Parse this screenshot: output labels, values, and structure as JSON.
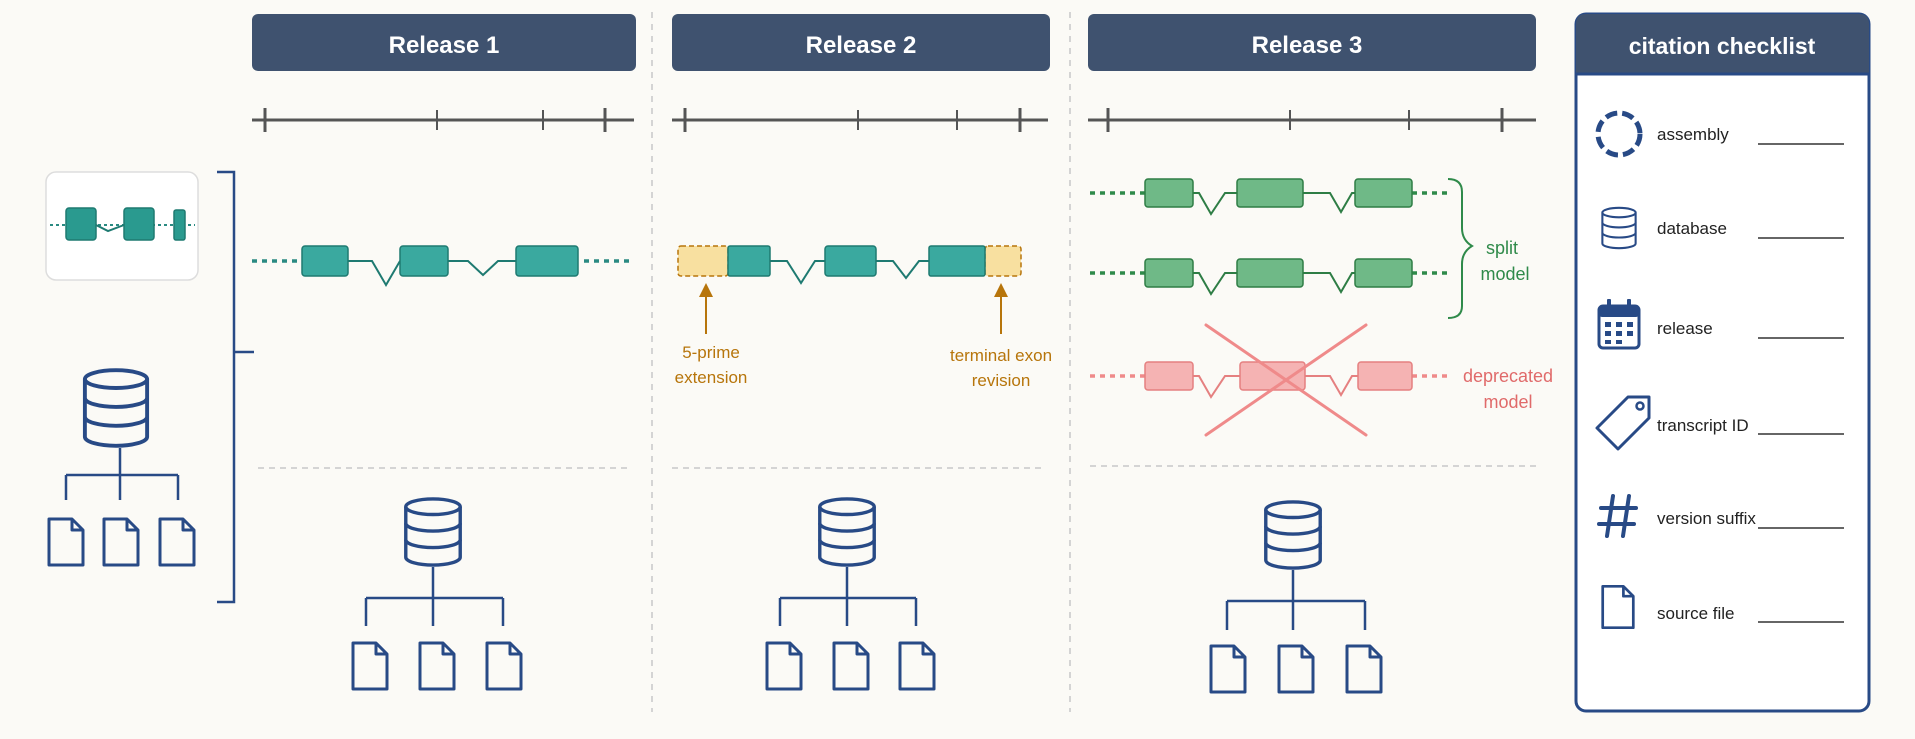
{
  "releases": [
    {
      "title": "Release 1"
    },
    {
      "title": "Release 2",
      "annotations": {
        "five_prime": [
          "5-prime",
          "extension"
        ],
        "terminal": [
          "terminal exon",
          "revision"
        ]
      }
    },
    {
      "title": "Release 3",
      "annotations": {
        "split": [
          "split",
          "model"
        ],
        "deprecated": [
          "deprecated",
          "model"
        ]
      }
    }
  ],
  "checklist": {
    "title": "citation checklist",
    "items": [
      {
        "icon": "dashed-circle-icon",
        "label": "assembly"
      },
      {
        "icon": "database-icon",
        "label": "database"
      },
      {
        "icon": "calendar-icon",
        "label": "release"
      },
      {
        "icon": "tag-icon",
        "label": "transcript ID"
      },
      {
        "icon": "hash-icon",
        "label": "version suffix"
      },
      {
        "icon": "file-icon",
        "label": "source file"
      }
    ]
  },
  "colors": {
    "header": "#3f526f",
    "navy": "#284a86",
    "teal": "#3aa99f",
    "green": "#55a86e",
    "green_text": "#2f8a4a",
    "orange": "#b7750b",
    "yellow": "#f8e0a0",
    "red": "#ef8a8a",
    "red_text": "#e06a6a"
  }
}
